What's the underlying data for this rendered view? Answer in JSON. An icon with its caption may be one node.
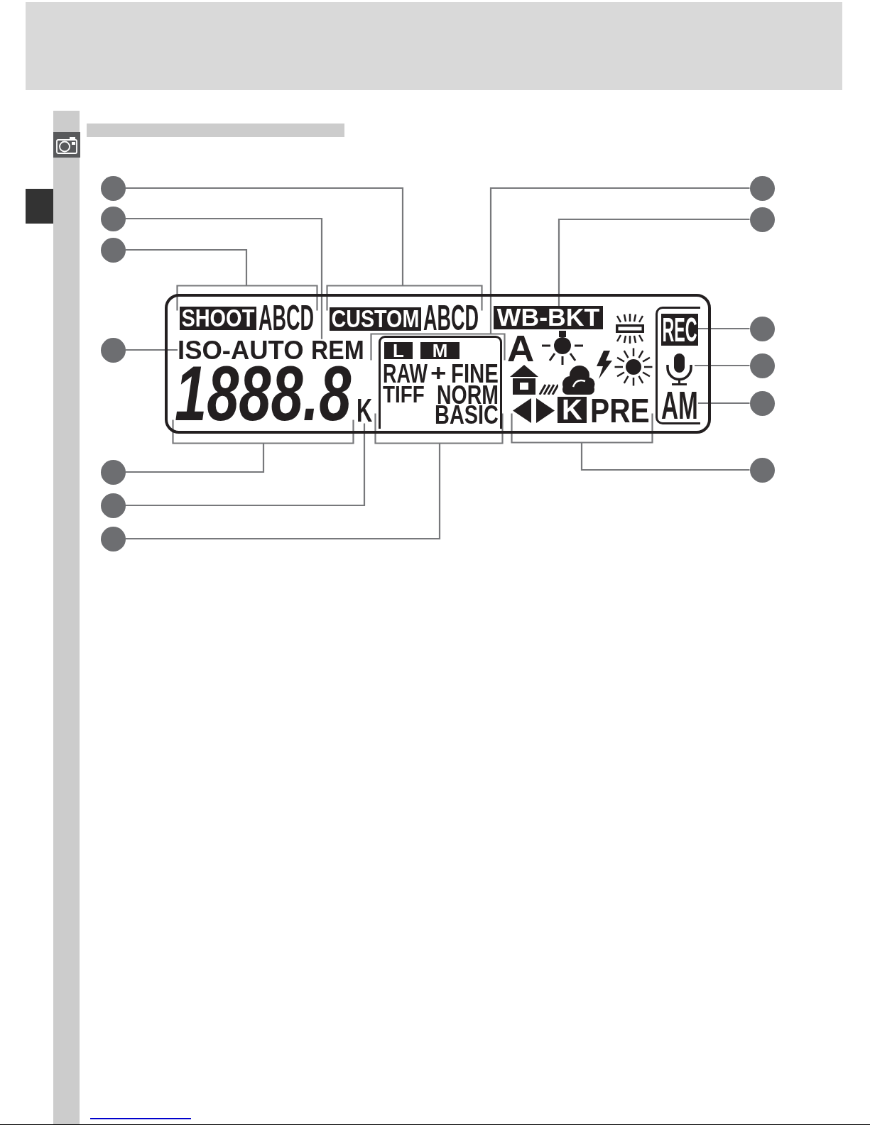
{
  "diagram": {
    "nodes": [
      {
        "text": [],
        "shape": "bar"
      },
      {
        "text": [],
        "shape": "circle"
      },
      {
        "text": [],
        "shape": "circle"
      },
      {
        "text": [],
        "shape": "circle"
      },
      {
        "text": [],
        "shape": "circle"
      },
      {
        "text": [],
        "shape": "circle"
      },
      {
        "text": [],
        "shape": "circle"
      },
      {
        "text": [],
        "shape": "circle"
      },
      {
        "text": [],
        "shape": "circle"
      },
      {
        "text": [],
        "shape": "circle"
      },
      {
        "text": [],
        "shape": "circle"
      },
      {
        "text": [],
        "shape": "circle"
      },
      {
        "text": [],
        "shape": "circle"
      },
      {
        "text": [],
        "shape": "circle"
      },
      {
        "text": [],
        "shape": "box"
      },
      {
        "text": [
          "SHOOT",
          "ABCD"
        ],
        "in": 14
      },
      {
        "text": [
          "CUSTOM",
          "ABCD"
        ],
        "in": 14
      },
      {
        "text": [
          "WB-BKT"
        ],
        "in": 14
      },
      {
        "text": [
          "ISO-AUTO"
        ],
        "in": 14
      },
      {
        "text": [
          "REM"
        ],
        "in": 14
      },
      {
        "text": [
          "1888.8"
        ],
        "in": 14
      },
      {
        "text": [
          "K"
        ],
        "in": 14
      },
      {
        "text": [],
        "shape": "box",
        "in": 14
      },
      {
        "text": [
          "L",
          "M"
        ],
        "in": 22
      },
      {
        "text": [
          "RAW",
          "+",
          "FINE",
          "TIFF",
          "NORM",
          "BASIC"
        ],
        "in": 22
      },
      {
        "text": [
          "A",
          "K",
          "PRE"
        ],
        "in": 14
      },
      {
        "text": [],
        "shape": "box",
        "in": 14
      },
      {
        "text": [
          "REC"
        ],
        "in": 26
      },
      {
        "text": [],
        "shape": "picture",
        "in": 26
      },
      {
        "text": [
          "AM"
        ],
        "in": 26
      }
    ],
    "edges": [
      {
        "from": 1,
        "to": 16,
        "arrow": "none"
      },
      {
        "from": 2,
        "to": 19,
        "arrow": "none"
      },
      {
        "from": 3,
        "to": 15,
        "arrow": "none"
      },
      {
        "from": 4,
        "to": 18,
        "arrow": "none"
      },
      {
        "from": 5,
        "to": 20,
        "arrow": "none"
      },
      {
        "from": 6,
        "to": 21,
        "arrow": "none"
      },
      {
        "from": 7,
        "to": 24,
        "arrow": "none"
      },
      {
        "from": 8,
        "to": 23,
        "arrow": "none"
      },
      {
        "from": 9,
        "to": 17,
        "arrow": "none"
      },
      {
        "from": 10,
        "to": 27,
        "arrow": "none"
      },
      {
        "from": 11,
        "to": 28,
        "arrow": "none"
      },
      {
        "from": 12,
        "to": 29,
        "arrow": "none"
      },
      {
        "from": 13,
        "to": 25,
        "arrow": "none"
      }
    ]
  }
}
